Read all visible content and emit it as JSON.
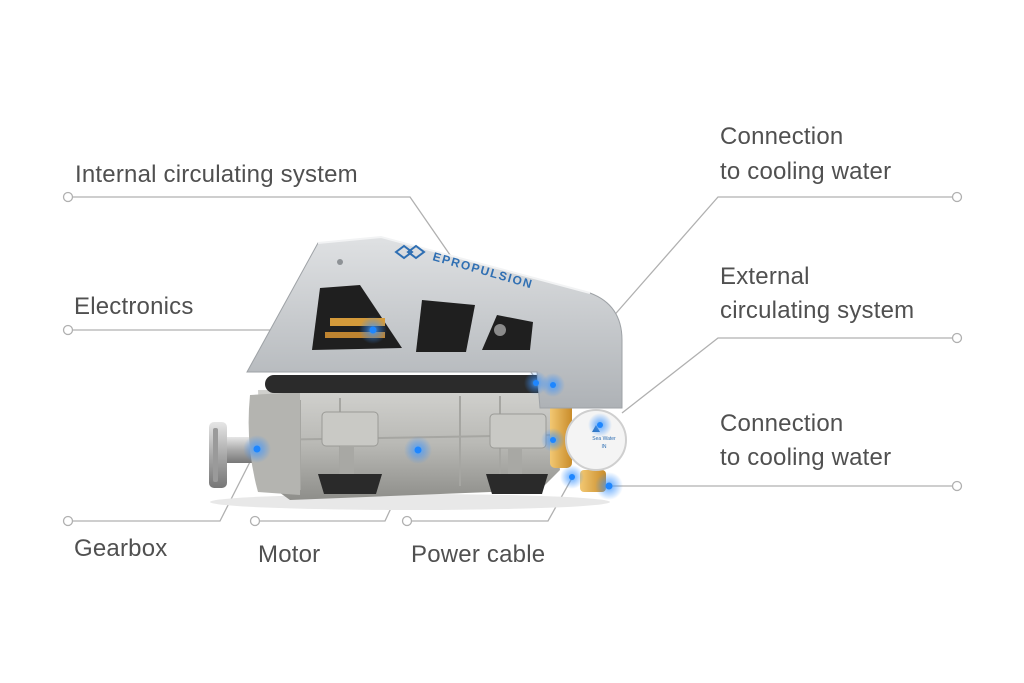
{
  "brand": {
    "logo_text": "EPROPULSION"
  },
  "pump_label": {
    "line1": "Sea Water",
    "line2": "IN"
  },
  "labels": {
    "internal_circulating": "Internal circulating system",
    "electronics": "Electronics",
    "gearbox": "Gearbox",
    "motor": "Motor",
    "power_cable": "Power cable",
    "cooling_water_top": {
      "line1": "Connection",
      "line2": "to cooling water"
    },
    "external_circulating": {
      "line1": "External",
      "line2": "circulating system"
    },
    "cooling_water_bottom": {
      "line1": "Connection",
      "line2": "to cooling water"
    }
  },
  "colors": {
    "text": "#505050",
    "leader_line": "#b0b0b0",
    "highlight_dot": "#1e86ff",
    "housing": "#c7cacd",
    "brand_blue": "#2f6fb3"
  }
}
